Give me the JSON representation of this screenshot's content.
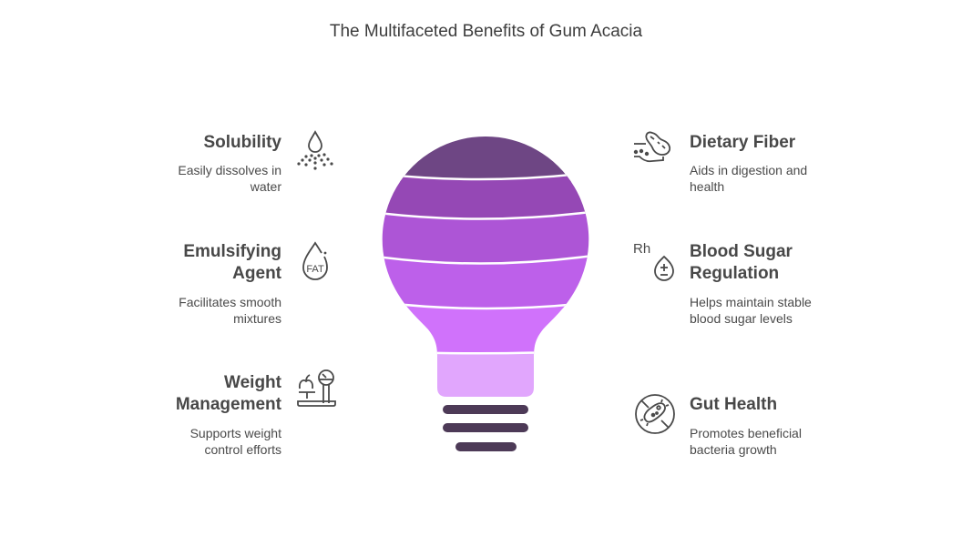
{
  "title": "The Multifaceted Benefits of Gum Acacia",
  "colors": {
    "band1": "#6e4684",
    "band2": "#9548b5",
    "band3": "#ad55d6",
    "band4": "#bd60ea",
    "band5": "#d072fb",
    "band6": "#e1a6fd",
    "base": "#4d3a57",
    "text": "#484848",
    "icon": "#4a4a4a"
  },
  "left_items": [
    {
      "heading": "Solubility",
      "description": "Easily dissolves in water",
      "icon": "water-drop-dissolve-icon"
    },
    {
      "heading": "Emulsifying Agent",
      "description": "Facilitates smooth mixtures",
      "icon": "fat-drop-icon"
    },
    {
      "heading": "Weight Management",
      "description": "Supports weight control efforts",
      "icon": "scale-apple-icon"
    }
  ],
  "right_items": [
    {
      "heading": "Dietary Fiber",
      "description": "Aids in digestion and health",
      "icon": "peanut-fiber-icon"
    },
    {
      "heading": "Blood Sugar Regulation",
      "description": "Helps maintain stable blood sugar levels",
      "icon": "blood-drop-rh-icon"
    },
    {
      "heading": "Gut Health",
      "description": "Promotes beneficial bacteria growth",
      "icon": "no-bacteria-icon"
    }
  ],
  "icon_labels": {
    "fat": "FAT",
    "rh": "Rh"
  }
}
